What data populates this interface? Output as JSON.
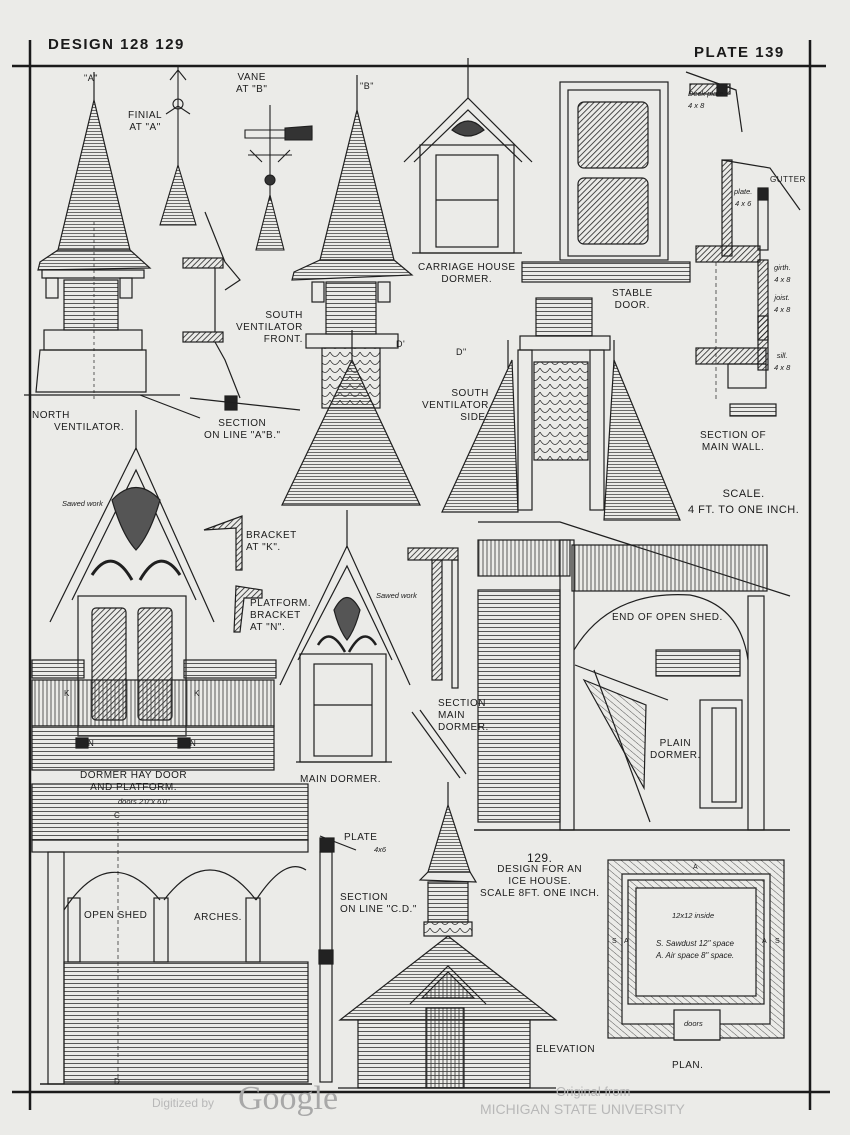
{
  "header": {
    "design": "DESIGN 128  129",
    "plate": "PLATE 139"
  },
  "labels": {
    "finial": [
      "FINIAL",
      "AT \"A\""
    ],
    "vane": [
      "VANE",
      "AT \"B\""
    ],
    "point_a": "\"A\"",
    "point_b": "\"B\"",
    "carriage_dormer": [
      "CARRIAGE HOUSE",
      "DORMER."
    ],
    "stable_door": [
      "STABLE",
      "DOOR."
    ],
    "north_ventilator": [
      "NORTH",
      "VENTILATOR."
    ],
    "section_ab": [
      "SECTION",
      "ON LINE \"A\"B.\""
    ],
    "south_vent_front": [
      "SOUTH",
      "VENTILATOR",
      "FRONT."
    ],
    "south_vent_side": [
      "SOUTH",
      "VENTILATOR",
      "SIDE."
    ],
    "d_mark": "D'",
    "d_mark2": "D\"",
    "section_main_wall": [
      "SECTION OF",
      "MAIN WALL."
    ],
    "scale": [
      "SCALE.",
      "4 FT. TO ONE INCH."
    ],
    "sawed_work_1": "Sawed work",
    "sawed_work_2": "Sawed work",
    "bracket_k": [
      "BRACKET",
      "AT \"K\"."
    ],
    "platform_bracket": [
      "PLATFORM.",
      "BRACKET",
      "AT \"N\"."
    ],
    "end_open_shed": "END OF OPEN SHED.",
    "plain_dormer": [
      "PLAIN",
      "DORMER."
    ],
    "section_main_dormer": [
      "SECTION",
      "MAIN",
      "DORMER."
    ],
    "dormer_hay_door": [
      "DORMER HAY DOOR",
      "AND PLATFORM."
    ],
    "doors_size": "doors 2'0\"x 6'0\"",
    "main_dormer": "MAIN DORMER.",
    "k_mark": "K",
    "n_mark": "N",
    "deck_plate": [
      "Deck plate.",
      "4 x 8"
    ],
    "gutter": "GUTTER",
    "plate_4x6": [
      "plate.",
      "4 x 6"
    ],
    "girth": [
      "girth.",
      "4 x 8"
    ],
    "joist": [
      "joist.",
      "4 x 8"
    ],
    "sill": [
      "sill.",
      "4 x 8"
    ],
    "plate_4x6_b": [
      "PLATE",
      "4x6"
    ],
    "section_cd": [
      "SECTION",
      "ON LINE \"C.D.\""
    ],
    "open_shed": "OPEN SHED",
    "arches": "ARCHES.",
    "c_mark": "C",
    "d_mark3": "D",
    "design_129": [
      "129.",
      "DESIGN FOR AN",
      "ICE HOUSE.",
      "SCALE 8FT. ONE INCH."
    ],
    "elevation": "ELEVATION",
    "plan": "PLAN.",
    "plan_inside": "12x12 inside",
    "plan_note_s": "S. Sawdust 12\" space",
    "plan_note_a": "A. Air space 8\" space.",
    "plan_doors": "doors",
    "plan_s": "S",
    "plan_a": "A"
  },
  "watermark": {
    "digitized_by": "Digitized by",
    "google": "Google",
    "original_from": "Original from",
    "university": "MICHIGAN STATE UNIVERSITY"
  },
  "colors": {
    "paper": "#ebebe8",
    "ink": "#1c1c1c",
    "watermark": "#b8b8b8"
  }
}
